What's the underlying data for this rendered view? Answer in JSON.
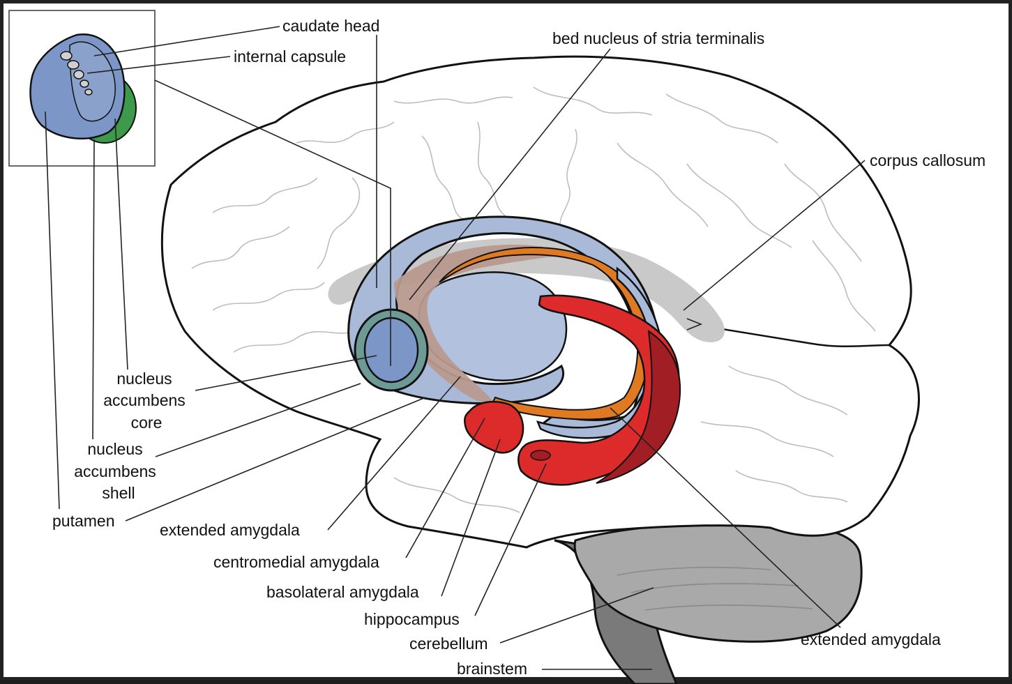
{
  "labels": {
    "caudate_head": "caudate head",
    "internal_capsule": "internal capsule",
    "bed_nucleus": "bed nucleus of stria terminalis",
    "corpus_callosum": "corpus callosum",
    "nac_core_1": "nucleus",
    "nac_core_2": "accumbens",
    "nac_core_3": "core",
    "nac_shell_1": "nucleus",
    "nac_shell_2": "accumbens",
    "nac_shell_3": "shell",
    "putamen": "putamen",
    "extended_amygdala_left": "extended  amygdala",
    "centromedial_amygdala": "centromedial amygdala",
    "basolateral_amygdala": "basolateral amygdala",
    "hippocampus": "hippocampus",
    "cerebellum": "cerebellum",
    "brainstem": "brainstem",
    "extended_amygdala_right": "extended amygdala"
  },
  "colors": {
    "striatum_blue": "#a9bad9",
    "caudate_blue": "#7d96c8",
    "shell_teal": "#6e9a96",
    "stria_tan": "#b8998e",
    "stria_orange": "#e07a22",
    "amygdala_red": "#dd2a2a",
    "hippocampus_dark_red": "#a01e24",
    "corpus_callosum_gray": "#c9c9c9",
    "cerebellum_gray": "#a9a9a9",
    "brainstem_gray": "#7a7a7a",
    "inset_green": "#3c9a4a"
  }
}
